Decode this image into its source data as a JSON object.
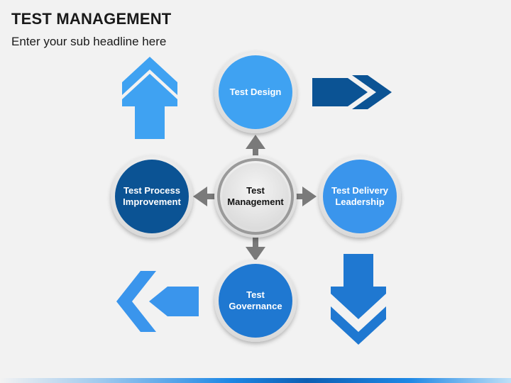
{
  "header": {
    "title": "TEST MANAGEMENT",
    "subtitle": "Enter your sub headline here"
  },
  "diagram": {
    "center": {
      "label": "Test\nManagement"
    },
    "nodes": {
      "top": {
        "label": "Test Design"
      },
      "right": {
        "label": "Test Delivery\nLeadership"
      },
      "bottom": {
        "label": "Test\nGovernance"
      },
      "left": {
        "label": "Test Process\nImprovement"
      }
    }
  },
  "colors": {
    "light_blue": "#3fa2f2",
    "mid_blue": "#1f78d1",
    "dark_blue": "#0b5394",
    "arrow_gray": "#7a7a7a",
    "center_fill": "#e6e6e6"
  },
  "icons": {
    "top_left": "double-chevron-up-arrow-icon",
    "top_right": "double-chevron-right-arrow-icon",
    "bottom_left": "double-chevron-left-arrow-icon",
    "bottom_right": "double-chevron-down-arrow-icon"
  }
}
